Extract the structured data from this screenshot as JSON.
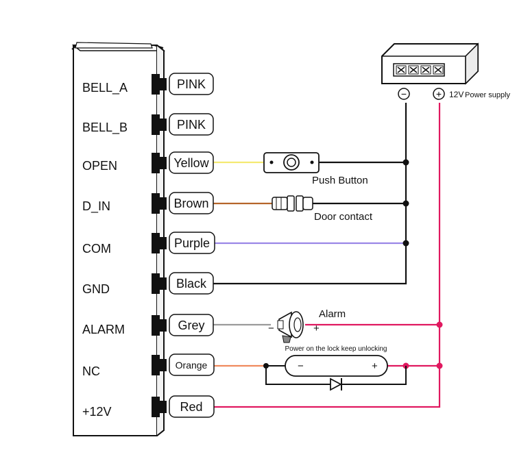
{
  "controller": {
    "terminals": [
      "BELL_A",
      "BELL_B",
      "OPEN",
      "D_IN",
      "COM",
      "GND",
      "ALARM",
      "NC",
      "+12V"
    ]
  },
  "wires": [
    "PINK",
    "PINK",
    "Yellow",
    "Brown",
    "Purple",
    "Black",
    "Grey",
    "Orange",
    "Red"
  ],
  "wire_colors": {
    "yellow": "#f4ea72",
    "brown": "#b5652a",
    "purple": "#9a86e6",
    "black": "#111111",
    "grey": "#9a9a9a",
    "orange": "#f08a5d",
    "red": "#e0185f"
  },
  "power_supply": {
    "minus_symbol": "−",
    "plus_symbol": "+",
    "voltage": "12V",
    "label": "Power supply"
  },
  "devices": {
    "push_button": "Push Button",
    "door_contact": "Door contact",
    "alarm": "Alarm",
    "alarm_minus": "−",
    "alarm_plus": "+",
    "lock_note": "Power on the lock keep unlocking",
    "lock_minus": "−",
    "lock_plus": "+"
  }
}
